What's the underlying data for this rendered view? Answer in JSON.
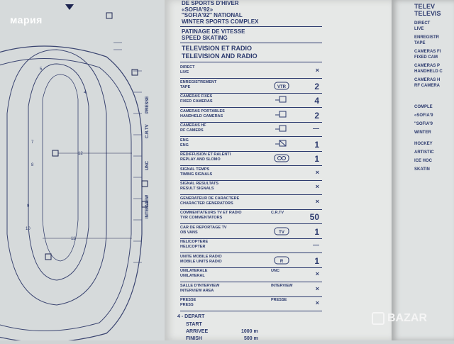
{
  "watermark": "мария",
  "logo": "BAZAR",
  "header": {
    "line1": "DE SPORTS D'HIVER",
    "line2": "«SOFIA'92»",
    "line3": "''SOFIA'92'' NATIONAL",
    "line4": "WINTER SPORTS COMPLEX",
    "line5": "PATINAGE DE VITESSE",
    "line6": "SPEED SKATING",
    "section1": "TELEVISION ET RADIO",
    "section2": "TELEVISION AND RADIO"
  },
  "rows": [
    {
      "fr": "DIRECT",
      "en": "LIVE",
      "icon": "",
      "value": "×"
    },
    {
      "fr": "ENREGISTREMENT",
      "en": "TAPE",
      "icon": "VTR",
      "value": "2"
    },
    {
      "fr": "CAMERAS FIXES",
      "en": "FIXED CAMERAS",
      "icon": "cam",
      "value": "4"
    },
    {
      "fr": "CAMERAS PORTABLES",
      "en": "HANDHELD CAMERAS",
      "icon": "cam",
      "value": "2"
    },
    {
      "fr": "CAMERAS HF",
      "en": "RF CAMERS",
      "icon": "cam",
      "value": "—"
    },
    {
      "fr": "ENG",
      "en": "ENG",
      "icon": "eng",
      "value": "1"
    },
    {
      "fr": "REDIFFUSION ET RALENTI",
      "en": "REPLAY AND SLOMO",
      "icon": "reel",
      "value": "1"
    },
    {
      "fr": "SIGNAL TEMPS",
      "en": "TIMING SIGNALS",
      "icon": "",
      "value": "×"
    },
    {
      "fr": "SIGNAL RESULTATS",
      "en": "RESULT SIGNALS",
      "icon": "",
      "value": "×"
    },
    {
      "fr": "GENERATEUR DE CARACTERE",
      "en": "CHARACTER GENERATORS",
      "icon": "",
      "value": "×"
    },
    {
      "fr": "COMMENTATEURS TV ET RADIO",
      "en": "TVR COMMENTATORS",
      "icon": "C.R.TV",
      "value": "50"
    },
    {
      "fr": "CAR DE REPORTAGE TV",
      "en": "OB VANS",
      "icon": "TV",
      "value": "1"
    },
    {
      "fr": "HELICOPTERE",
      "en": "HELICOPTER",
      "icon": "",
      "value": "—"
    },
    {
      "fr": "UNITE MOBILE RADIO",
      "en": "MOBILE UNITS RADIO",
      "icon": "R",
      "value": "1"
    },
    {
      "fr": "UNILATERALE",
      "en": "UNILATERAL",
      "icon": "UNC",
      "value": "×"
    },
    {
      "fr": "SALLE D'INTERVIEW",
      "en": "INTERVIEW AREA",
      "icon": "INTERVIEW",
      "value": "×"
    },
    {
      "fr": "PRESSE",
      "en": "PRESS",
      "icon": "PRESSE",
      "value": "×"
    }
  ],
  "bottom": {
    "depart": "4 - DEPART",
    "start": "START",
    "arrivee": "ARRIVEE",
    "arrivee_val": "1000 m",
    "finish": "FINISH",
    "finish_val": "500 m"
  },
  "edge": [
    "TELEV",
    "TELEVIS",
    "DIRECT",
    "LIVE",
    "ENREGISTR",
    "TAPE",
    "CAMERAS FI",
    "FIXED CAM",
    "CAMERAS P",
    "HANDHELD C",
    "CAMERAS H",
    "RF CAMERA",
    "COMPLE",
    "«SOFIA'9",
    "''SOFIA'9",
    "WINTER",
    "HOCKEY",
    "ARTISTIC",
    "ICE HOC",
    "SKATIN"
  ],
  "plan_labels": {
    "interview": "INTERVIEW",
    "unc": "UNC",
    "crtv": "C.R.TV",
    "presse": "PRESSE",
    "n4": "4",
    "n5": "5",
    "n7": "7",
    "n8": "8",
    "n9": "9",
    "n10": "10",
    "n11": "11",
    "n12": "12"
  }
}
